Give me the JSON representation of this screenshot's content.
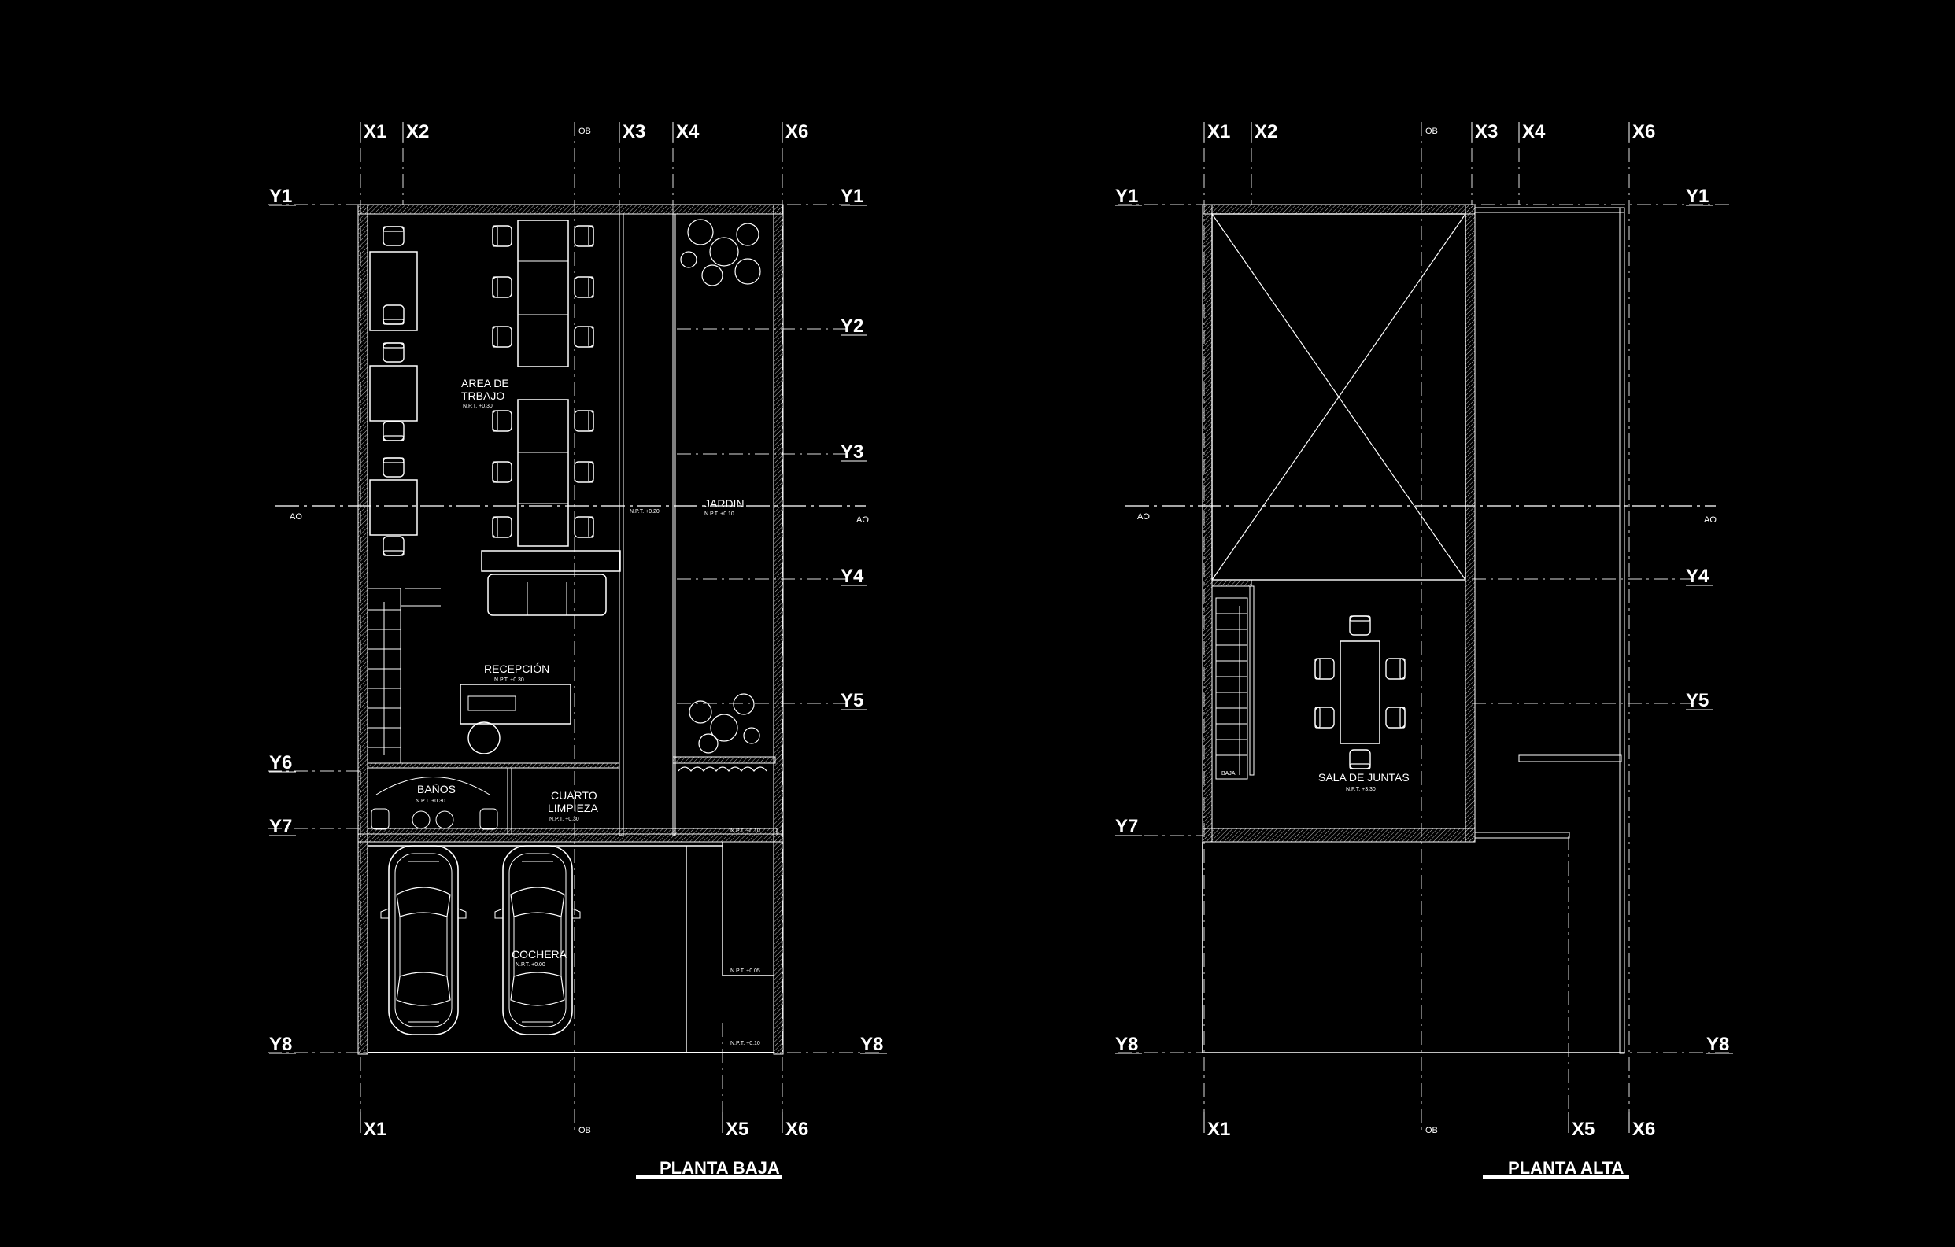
{
  "plans": [
    {
      "title": "PLANTA BAJA",
      "axes_top": [
        "X1",
        "X2",
        "OB",
        "X3",
        "X4",
        "X6"
      ],
      "axes_bottom": [
        "X1",
        "OB",
        "X5",
        "X6"
      ],
      "axes_left": [
        "Y1",
        "Y6",
        "Y7",
        "Y8"
      ],
      "axes_right": [
        "Y1",
        "Y2",
        "Y3",
        "Y4",
        "Y5",
        "Y8"
      ],
      "cut_marks": [
        "AO",
        "AO"
      ],
      "rooms": [
        {
          "name": "AREA DE TRBAJO",
          "line1": "AREA DE",
          "line2": "TRBAJO",
          "npt": "N.P.T. +0.30"
        },
        {
          "name": "JARDIN",
          "npt": "N.P.T. +0.10"
        },
        {
          "name": "RECEPCIÓN",
          "npt": "N.P.T. +0.30"
        },
        {
          "name": "BAÑOS",
          "npt": "N.P.T. +0.30"
        },
        {
          "name": "CUARTO LIMPIEZA",
          "line1": "CUARTO",
          "line2": "LIMPIEZA",
          "npt": "N.P.T. +0.30"
        },
        {
          "name": "COCHERA",
          "npt": "N.P.T. +0.00"
        }
      ],
      "levels": [
        "N.P.T. +0.20",
        "N.P.T. +0.10",
        "N.P.T. +0.05",
        "N.P.T. +0.10"
      ]
    },
    {
      "title": "PLANTA ALTA",
      "axes_top": [
        "X1",
        "X2",
        "OB",
        "X3",
        "X4",
        "X6"
      ],
      "axes_bottom": [
        "X1",
        "OB",
        "X5",
        "X6"
      ],
      "axes_left": [
        "Y1",
        "Y7",
        "Y8"
      ],
      "axes_right": [
        "Y1",
        "Y4",
        "Y5",
        "Y8"
      ],
      "cut_marks": [
        "AO",
        "AO"
      ],
      "rooms": [
        {
          "name": "SALA DE JUNTAS",
          "npt": "N.P.T. +3.30"
        }
      ],
      "stair_label": "BAJA"
    }
  ]
}
